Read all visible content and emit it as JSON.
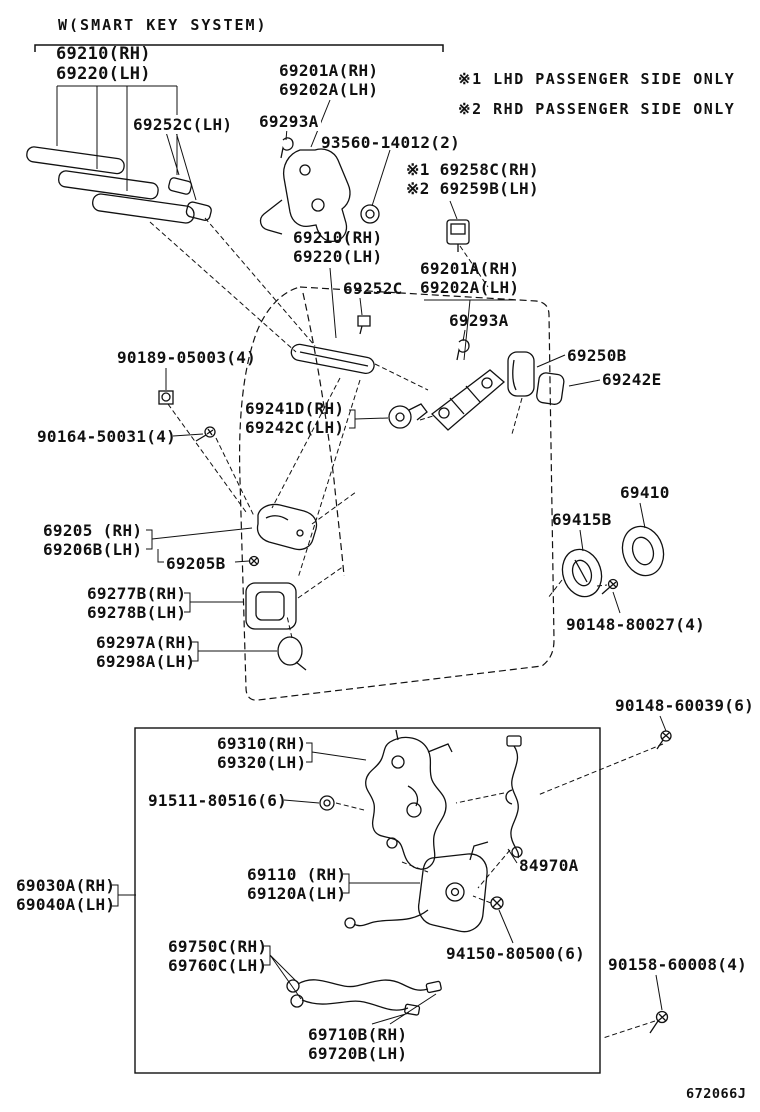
{
  "header": {
    "smart_key_note": "W(SMART KEY SYSTEM)"
  },
  "notes": {
    "note1": "※1 LHD PASSENGER SIDE ONLY",
    "note2": "※2 RHD PASSENGER SIDE ONLY"
  },
  "doc_code": "672066J",
  "colors": {
    "ink": "#111111",
    "background": "#ffffff"
  },
  "parts": {
    "outer_handle_sk": [
      "69210(RH)",
      "69220(LH)"
    ],
    "frame_sk": [
      "69201A(RH)",
      "69202A(LH)"
    ],
    "cap_sk": "69252C(LH)",
    "clip_sk": "69293A",
    "grommet": "93560-14012(2)",
    "sensor": [
      "※1 69258C(RH)",
      "※2 69259B(LH)"
    ],
    "outer_handle": [
      "69210(RH)",
      "69220(LH)"
    ],
    "frame": [
      "69201A(RH)",
      "69202A(LH)"
    ],
    "cap": "69252C",
    "clip": "69293A",
    "nut_handle": "90189-05003(4)",
    "cover_front": "69250B",
    "cover_rear": "69242E",
    "key_cylinder": [
      "69241D(RH)",
      "69242C(LH)"
    ],
    "screw_handle": "90164-50031(4)",
    "inside_handle": [
      "69205 (RH)",
      "69206B(LH)"
    ],
    "screw_inside_handle": "69205B",
    "cushion": "69410",
    "cushion_b": "69415B",
    "bezel": [
      "69277B(RH)",
      "69278B(LH)"
    ],
    "screw_cushion": "90148-80027(4)",
    "cap_inside": [
      "69297A(RH)",
      "69298A(LH)"
    ],
    "screw_lock_control": "90148-60039(6)",
    "lock_control": [
      "69310(RH)",
      "69320(LH)"
    ],
    "bolt_lock_control": "91511-80516(6)",
    "lock_cable": "84970A",
    "lock_set": [
      "69030A(RH)",
      "69040A(LH)"
    ],
    "door_lock": [
      "69110 (RH)",
      "69120A(LH)"
    ],
    "screw_door_lock": "94150-80500(6)",
    "release_cable": [
      "69750C(RH)",
      "69760C(LH)"
    ],
    "screw_frame": "90158-60008(4)",
    "open_cable": [
      "69710B(RH)",
      "69720B(LH)"
    ]
  }
}
